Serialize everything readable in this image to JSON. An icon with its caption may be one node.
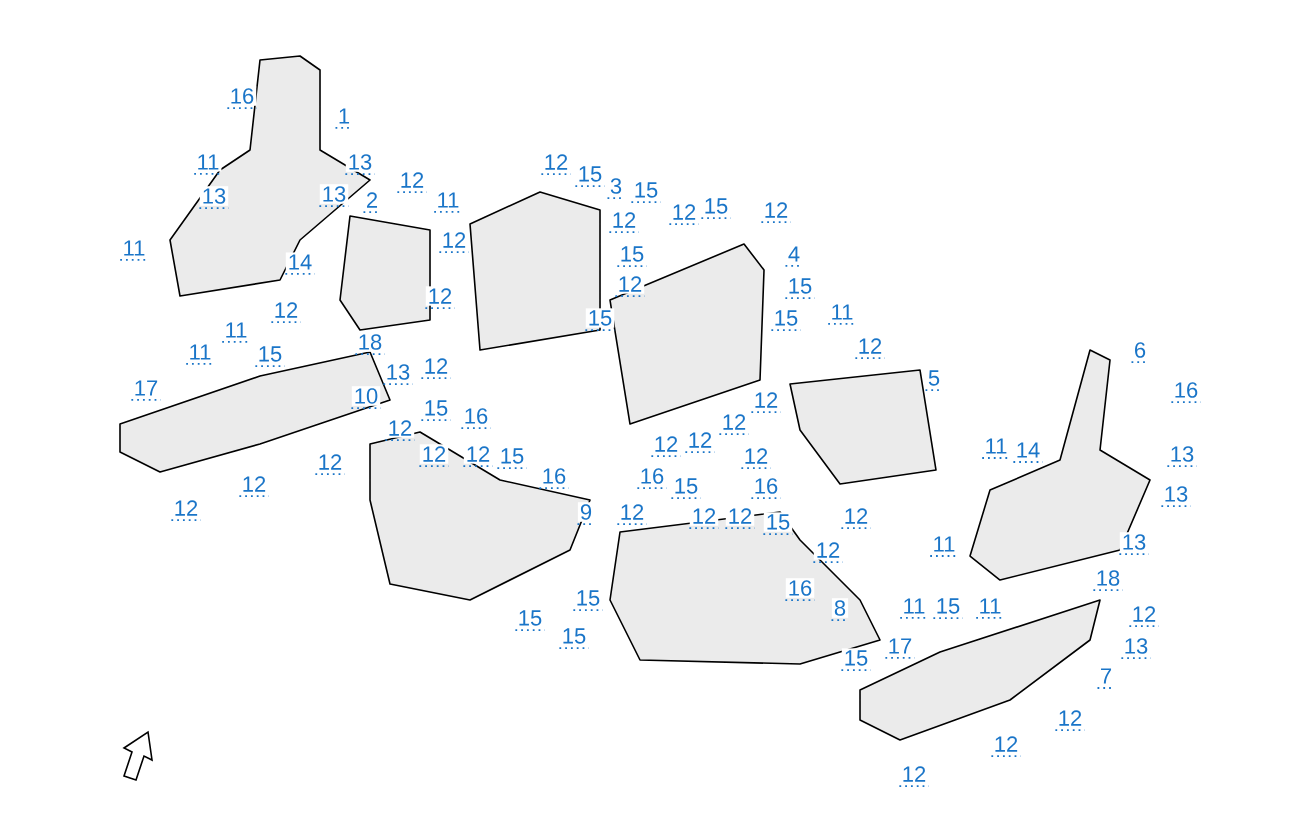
{
  "diagram": {
    "labels": [
      "16",
      "1",
      "12",
      "13",
      "11",
      "15",
      "12",
      "3",
      "15",
      "13",
      "13",
      "2",
      "11",
      "12",
      "15",
      "12",
      "12",
      "12",
      "11",
      "4",
      "15",
      "14",
      "15",
      "12",
      "12",
      "12",
      "11",
      "15",
      "15",
      "11",
      "18",
      "12",
      "6",
      "11",
      "15",
      "13",
      "12",
      "5",
      "16",
      "17",
      "10",
      "12",
      "15",
      "16",
      "12",
      "12",
      "12",
      "12",
      "11",
      "14",
      "12",
      "12",
      "15",
      "12",
      "13",
      "12",
      "16",
      "16",
      "15",
      "16",
      "12",
      "13",
      "12",
      "9",
      "12",
      "12",
      "12",
      "12",
      "15",
      "11",
      "13",
      "12",
      "18",
      "16",
      "15",
      "8",
      "11",
      "15",
      "11",
      "12",
      "15",
      "15",
      "17",
      "13",
      "15",
      "7",
      "12",
      "12",
      "12"
    ]
  }
}
